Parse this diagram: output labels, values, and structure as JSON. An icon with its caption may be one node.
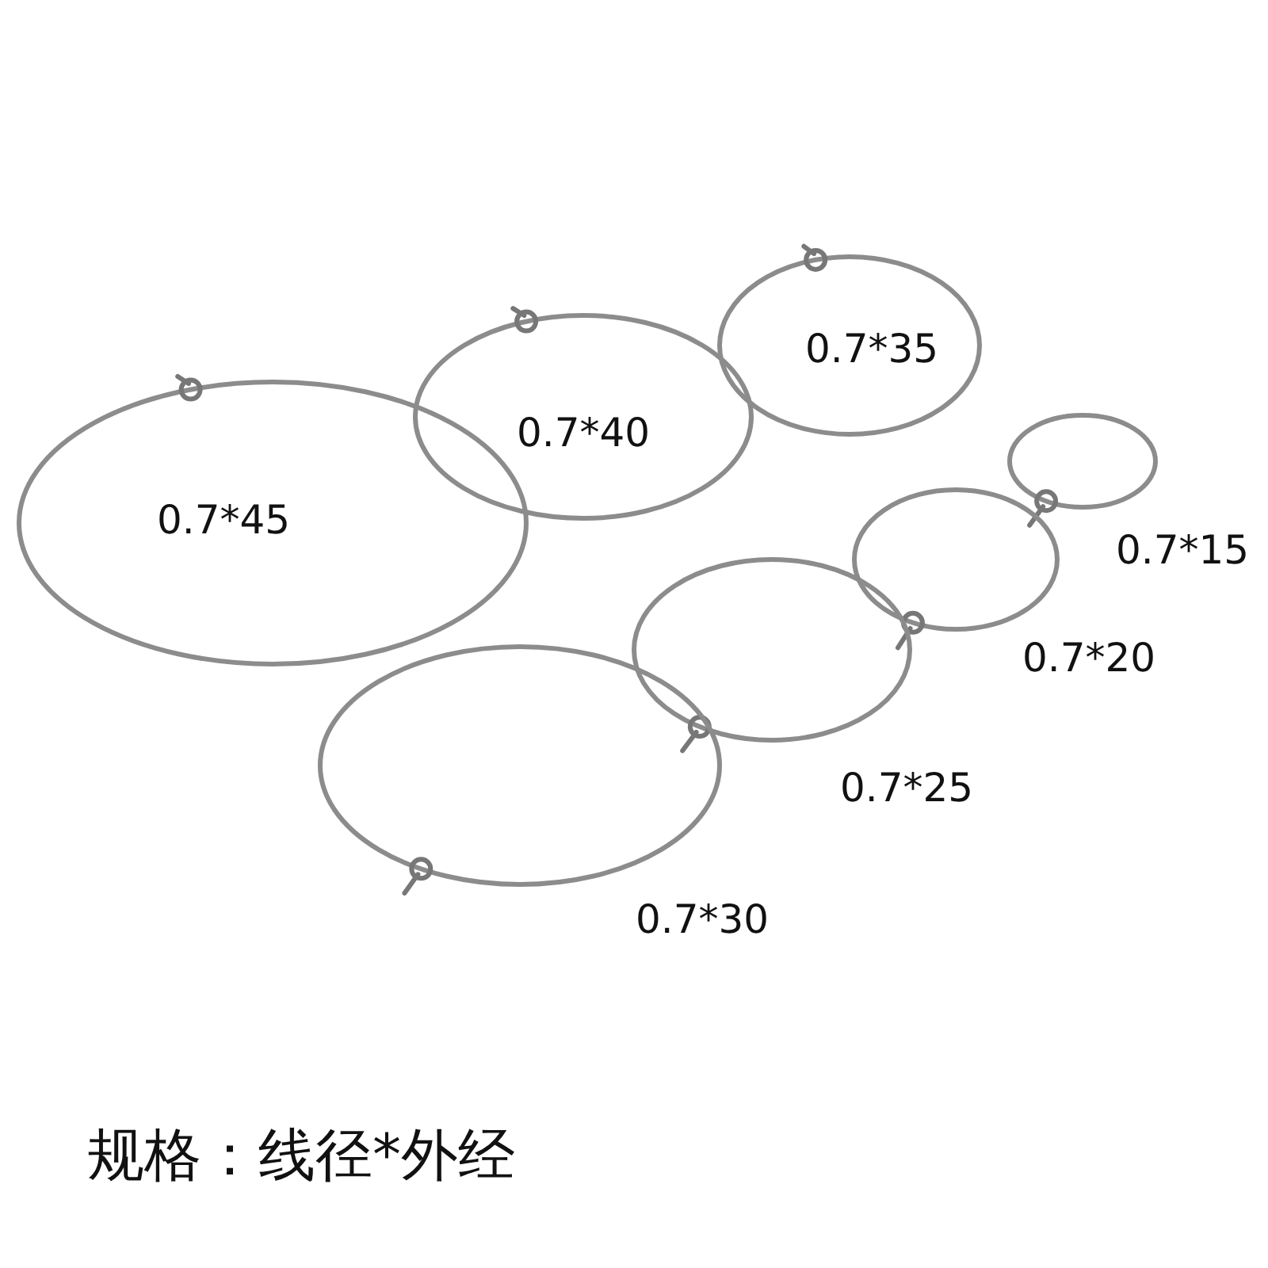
{
  "diagram": {
    "caption": "规格：线径*外经",
    "nodes": [
      {
        "text": [
          "0.7*45"
        ]
      },
      {
        "text": [
          "0.7*40"
        ]
      },
      {
        "text": [
          "0.7*35"
        ]
      },
      {
        "text": [],
        "shape": "circle",
        "beside": [
          "0.7*15"
        ]
      },
      {
        "text": [],
        "shape": "circle",
        "beside": [
          "0.7*20"
        ]
      },
      {
        "text": [],
        "shape": "circle",
        "beside": [
          "0.7*25"
        ]
      },
      {
        "text": [],
        "shape": "circle",
        "beside": [
          "0.7*30"
        ]
      }
    ]
  }
}
